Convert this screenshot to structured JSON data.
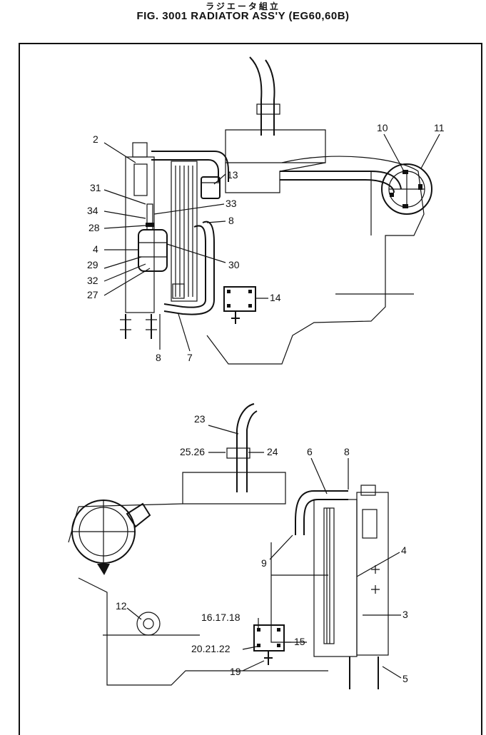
{
  "header": {
    "japanese_title": "ラジエータ組立",
    "title": "FIG. 3001  RADIATOR ASS'Y (EG60,60B)"
  },
  "callouts": {
    "c1": "2",
    "c2": "31",
    "c3": "34",
    "c4": "28",
    "c5": "4",
    "c6": "29",
    "c7": "32",
    "c8": "27",
    "c9": "13",
    "c10": "33",
    "c11": "8",
    "c12": "30",
    "c13": "14",
    "c14": "8",
    "c15": "7",
    "c16": "10",
    "c17": "11",
    "c18": "23",
    "c19": "25.26",
    "c20": "24",
    "c21": "6",
    "c22": "8",
    "c23": "9",
    "c24": "4",
    "c25": "3",
    "c26": "12",
    "c27": "16.17.18",
    "c28": "20.21.22",
    "c29": "15",
    "c30": "19",
    "c31": "5"
  }
}
